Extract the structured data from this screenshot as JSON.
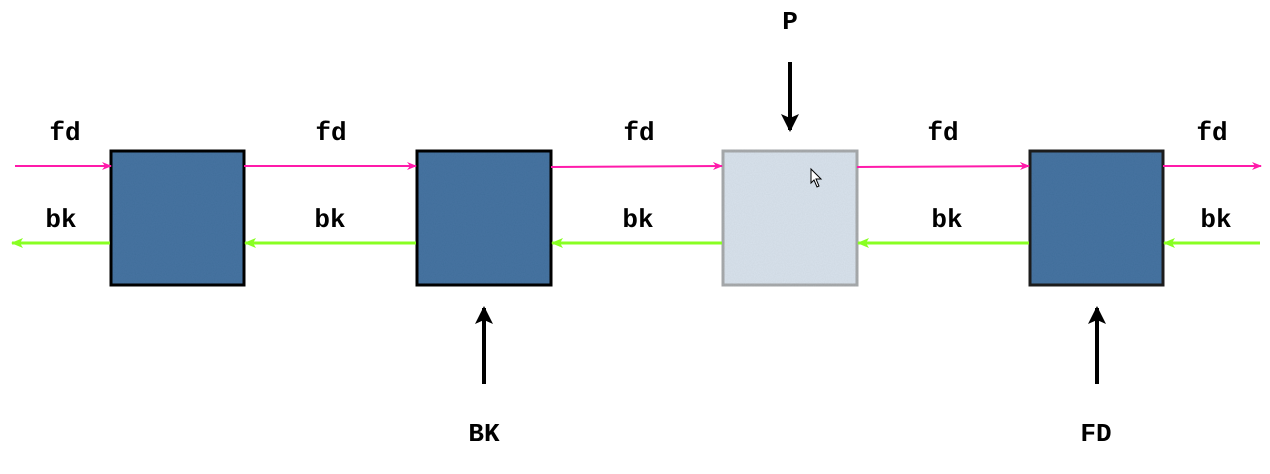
{
  "colors": {
    "forward": "#ff1aaa",
    "backward": "#88ff22",
    "block_fill": "#4775a3",
    "block_border": "#111111",
    "active_fill": "#d9e3ed",
    "active_border": "#a8abad"
  },
  "labels": {
    "fd": [
      "fd",
      "fd",
      "fd",
      "fd",
      "fd"
    ],
    "bk": [
      "bk",
      "bk",
      "bk",
      "bk",
      "bk"
    ],
    "top_input": "P",
    "bottom_inputs": [
      "BK",
      "FD"
    ]
  },
  "icons": {
    "cursor": "mouse-pointer-icon"
  }
}
